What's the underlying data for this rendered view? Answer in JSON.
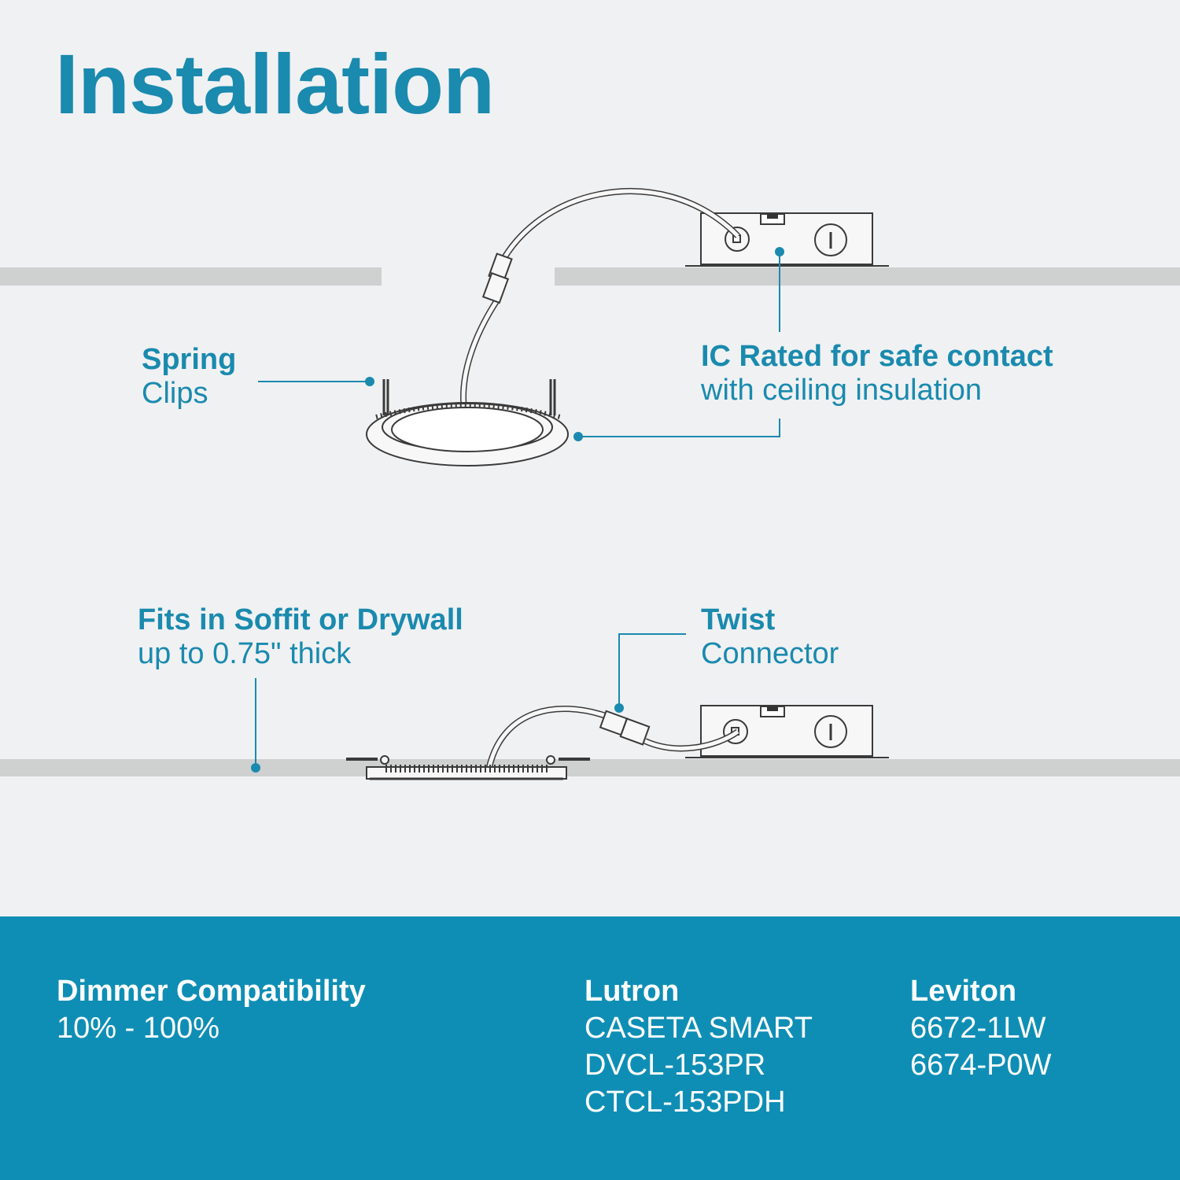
{
  "title": "Installation",
  "callouts": {
    "spring": {
      "strong": "Spring",
      "light": "Clips"
    },
    "ic": {
      "strong": "IC Rated for safe contact",
      "light": "with ceiling insulation"
    },
    "soffit": {
      "strong": "Fits in Soffit or Drywall",
      "light": "up to 0.75\" thick"
    },
    "twist": {
      "strong": "Twist",
      "light": "Connector"
    }
  },
  "compatibility": {
    "dimmer": {
      "heading": "Dimmer Compatibility",
      "range": "10% - 100%"
    },
    "lutron": {
      "heading": "Lutron",
      "models": [
        "CASETA SMART",
        "DVCL-153PR",
        "CTCL-153PDH"
      ]
    },
    "leviton": {
      "heading": "Leviton",
      "models": [
        "6672-1LW",
        "6674-P0W"
      ]
    }
  },
  "colors": {
    "accent": "#1a8aae",
    "panel": "#0f8eb5",
    "ceiling": "#cfd0d0",
    "background": "#f0f1f3",
    "line": "#3a3a3a"
  }
}
